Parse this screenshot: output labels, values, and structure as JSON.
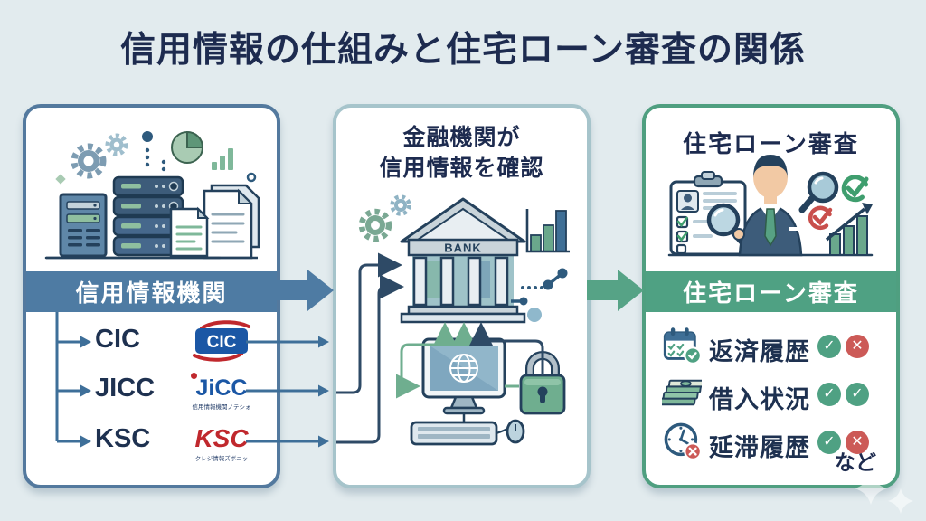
{
  "title": "信用情報の仕組みと住宅ローン審査の関係",
  "glyphs": {
    "check": "✓",
    "cross": "✕"
  },
  "colors": {
    "background": "#e2ebee",
    "accent_blue": "#4e7ba3",
    "accent_green": "#4fa183",
    "status_red": "#cc5a57",
    "navy_text": "#1d2b4f"
  },
  "left_panel": {
    "banner": "信用情報機関",
    "agencies": [
      {
        "name": "CIC",
        "logo_text": "CIC",
        "logo_sub": ""
      },
      {
        "name": "JICC",
        "logo_text": "JiCC",
        "logo_sub": "信用情報機関ノテシォ"
      },
      {
        "name": "KSC",
        "logo_text": "KSC",
        "logo_sub": "クレジ情報ズボニッ"
      }
    ]
  },
  "middle_panel": {
    "title_line1": "金融機関が",
    "title_line2": "信用情報を確認",
    "bank_label": "BANK"
  },
  "right_panel": {
    "title": "住宅ローン審査",
    "banner": "住宅ローン審査",
    "items": [
      {
        "label": "返済履歴",
        "status": [
          "check",
          "cross"
        ]
      },
      {
        "label": "借入状況",
        "status": [
          "check",
          "check"
        ]
      },
      {
        "label": "延滞履歴",
        "status": [
          "check",
          "cross"
        ]
      }
    ],
    "etc_label": "など"
  }
}
